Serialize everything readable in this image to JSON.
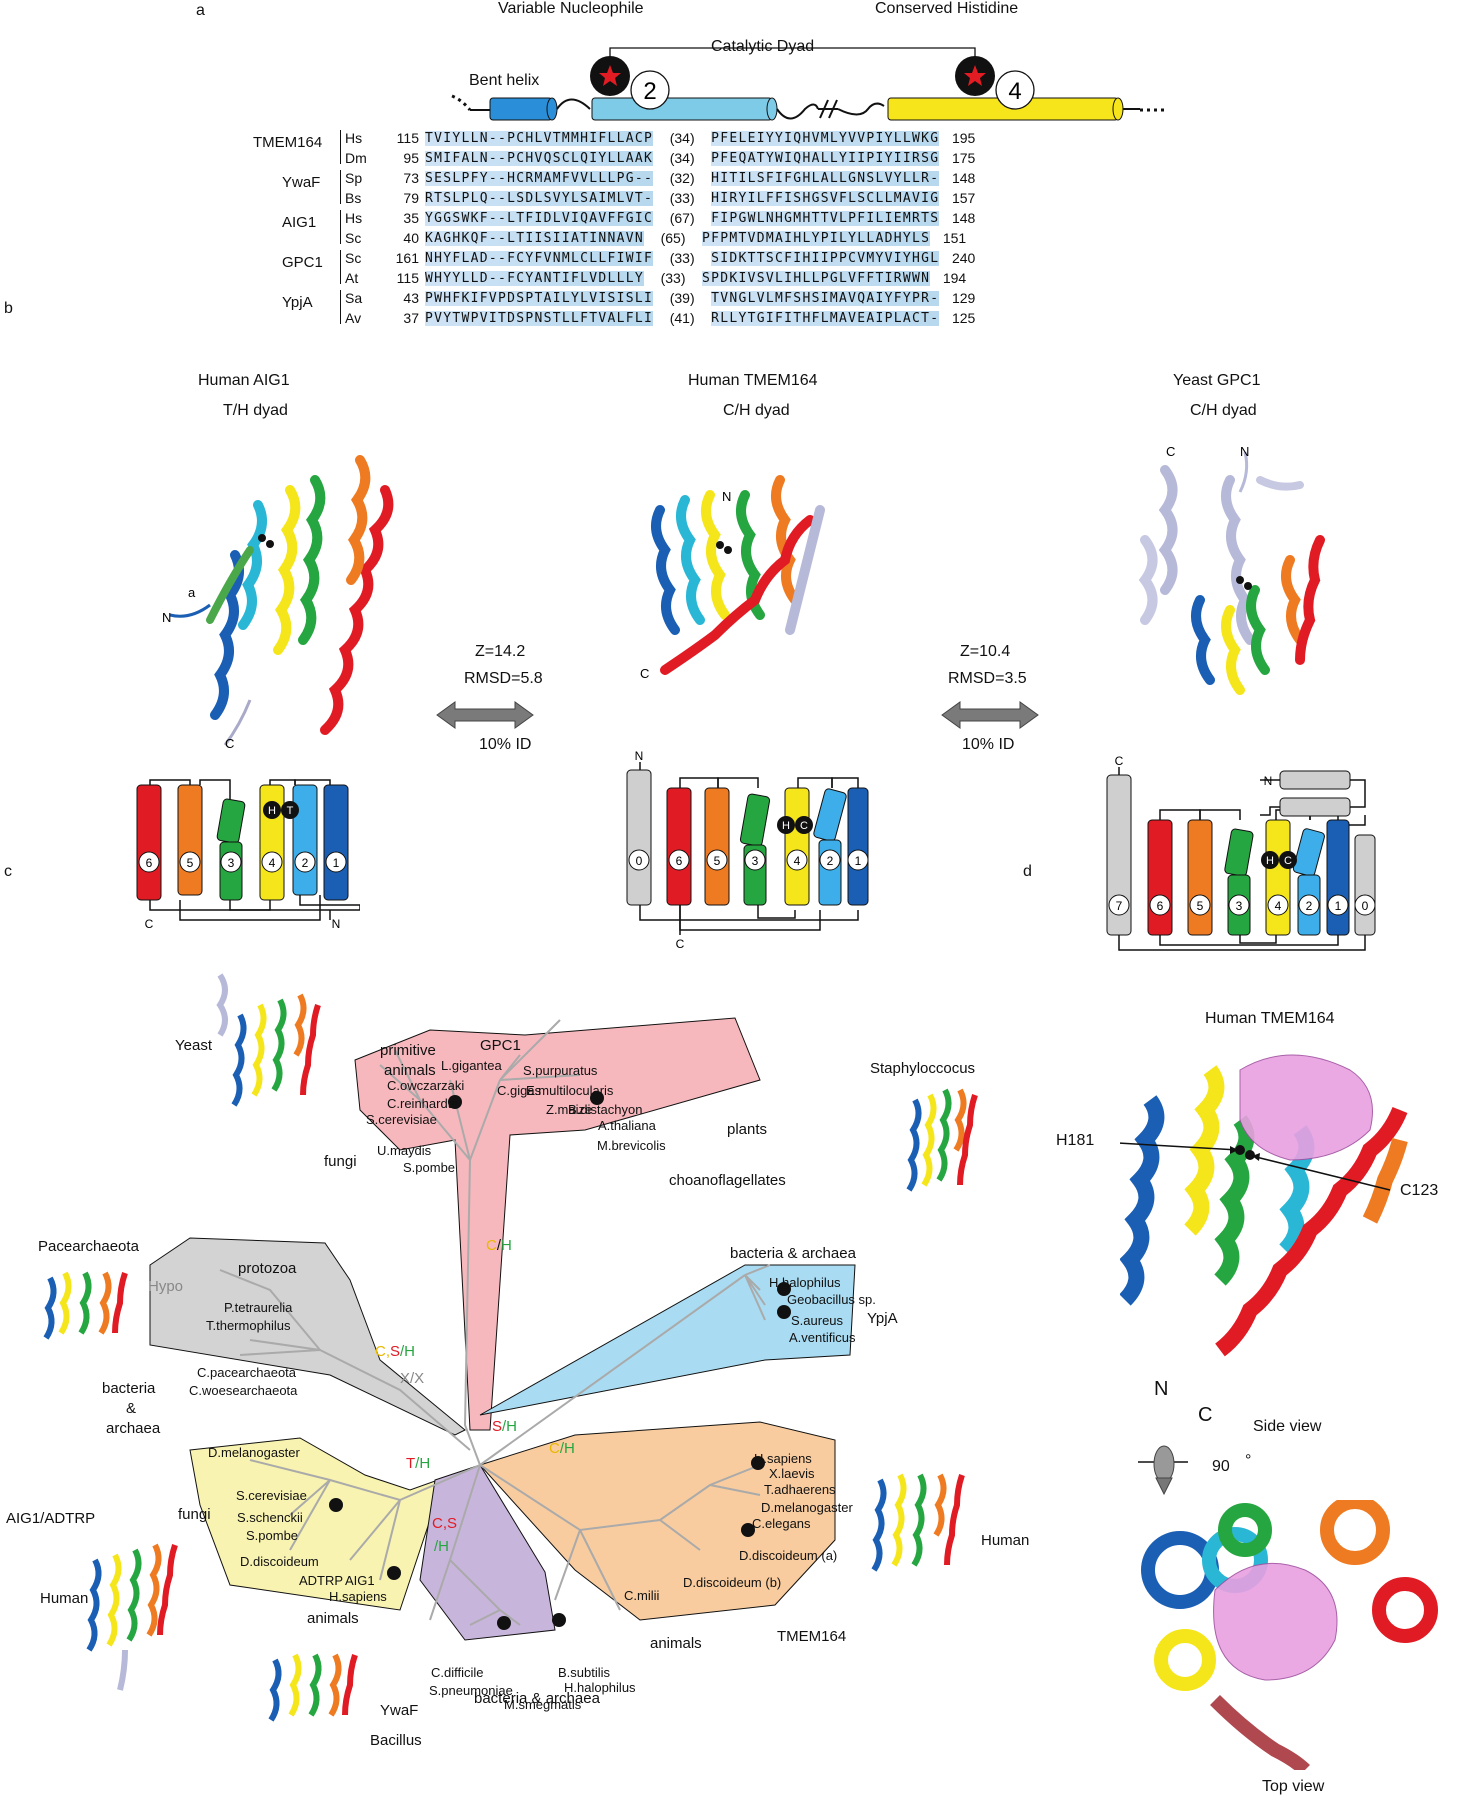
{
  "panels": {
    "a": "a",
    "b": "b",
    "c": "c",
    "d": "d"
  },
  "panel_a": {
    "top_left": "Variable Nucleophile",
    "top_right": "Conserved Histidine",
    "dyad": "Catalytic Dyad",
    "bent_helix": "Bent helix",
    "helix2": "2",
    "helix4": "4",
    "families": [
      {
        "name": "TMEM164",
        "rows": [
          {
            "sp": "Hs",
            "start": "115",
            "seg1": "TVIYLLN--PCHLVTMMHIFLLACP",
            "gap": "(34)",
            "seg2": "PFELEIYYIQHVMLYVVPIYLLWKG",
            "end": "195"
          },
          {
            "sp": "Dm",
            "start": "95",
            "seg1": "SMIFALN--PCHVQSCLQIYLLAAK",
            "gap": "(34)",
            "seg2": "PFEQATYWIQHALLYIIPIYIIRSG",
            "end": "175"
          }
        ]
      },
      {
        "name": "YwaF",
        "rows": [
          {
            "sp": "Sp",
            "start": "73",
            "seg1": "SESLPFY--HCRMAMFVVLLLPG--",
            "gap": "(32)",
            "seg2": "HITILSFIFGHLALLGNSLVYLLR-",
            "end": "148"
          },
          {
            "sp": "Bs",
            "start": "79",
            "seg1": "RTSLPLQ--LSDLSVYLSAIMLVT-",
            "gap": "(33)",
            "seg2": "HIRYILFFISHGSVFLSCLLMAVIG",
            "end": "157"
          }
        ]
      },
      {
        "name": "AIG1",
        "rows": [
          {
            "sp": "Hs",
            "start": "35",
            "seg1": "YGGSWKF--LTFIDLVIQAVFFGIC",
            "gap": "(67)",
            "seg2": "FIPGWLNHGMHTTVLPFILIEMRTS",
            "end": "148"
          },
          {
            "sp": "Sc",
            "start": "40",
            "seg1": "KAGHKQF--LTIISIIATINNAVN",
            "gap": "(65)",
            "seg2": "PFPMTVDMAIHLYPILYLLADHYLS",
            "end": "151"
          }
        ]
      },
      {
        "name": "GPC1",
        "rows": [
          {
            "sp": "Sc",
            "start": "161",
            "seg1": "NHYFLAD--FCYFVNMLCLLFIWIF",
            "gap": "(33)",
            "seg2": "SIDKTTSCFIHIIPPCVMYVIYHGL",
            "end": "240"
          },
          {
            "sp": "At",
            "start": "115",
            "seg1": "WHYYLLD--FCYANTIFLVDLLLY",
            "gap": "(33)",
            "seg2": "SPDKIVSVLIHLLPGLVFFTIRWWN",
            "end": "194"
          }
        ]
      },
      {
        "name": "YpjA",
        "rows": [
          {
            "sp": "Sa",
            "start": "43",
            "seg1": "PWHFKIFVPDSPTAILYLVISISLI",
            "gap": "(39)",
            "seg2": "TVNGLVLMFSHSIMAVQAIYFYPR-",
            "end": "129"
          },
          {
            "sp": "Av",
            "start": "37",
            "seg1": "PVYTWPVITDSPNSTLLFTVALFLI",
            "gap": "(41)",
            "seg2": "RLLYTGIFITHFLMAVEAIPLACT-",
            "end": "125"
          }
        ]
      }
    ]
  },
  "panel_b": {
    "left": {
      "title": "Human AIG1",
      "dyad": "T/H dyad",
      "labels": {
        "n": "N",
        "c": "C",
        "a": "a"
      },
      "dyad_letters": [
        "H",
        "T"
      ],
      "helices": [
        "6",
        "5",
        "3",
        "4",
        "2",
        "1"
      ],
      "term_bottom_left": "C",
      "term_bottom_right": "N"
    },
    "middle": {
      "title": "Human TMEM164",
      "dyad": "C/H dyad",
      "labels": {
        "n": "N",
        "c": "C"
      },
      "dyad_letters": [
        "H",
        "C"
      ],
      "helices": [
        "0",
        "6",
        "5",
        "3",
        "4",
        "2",
        "1"
      ],
      "term_top": "N",
      "term_bottom": "C"
    },
    "right": {
      "title": "Yeast GPC1",
      "dyad": "C/H dyad",
      "labels": {
        "n": "N",
        "c": "C"
      },
      "dyad_letters": [
        "H",
        "C"
      ],
      "helices": [
        "7",
        "6",
        "5",
        "3",
        "4",
        "2",
        "1",
        "0"
      ],
      "term_top": "C",
      "term_n": "N"
    },
    "cmp_left": {
      "z": "Z=14.2",
      "rmsd": "RMSD=5.8",
      "id": "10% ID"
    },
    "cmp_right": {
      "z": "Z=10.4",
      "rmsd": "RMSD=3.5",
      "id": "10% ID"
    }
  },
  "panel_c": {
    "groups": {
      "gpc1": {
        "title": "GPC1",
        "labels": [
          "primitive",
          "animals",
          "fungi",
          "plants",
          "choanoflagellates"
        ],
        "species": [
          "L.gigantea",
          "S.purpuratus",
          "C.gigas",
          "E.multilocularis",
          "C.owczarzaki",
          "C.reinhardtii",
          "S.cerevisiae",
          "U.maydis",
          "S.pombe",
          "Z.maize",
          "B.distachyon",
          "A.thaliana",
          "M.brevicolis"
        ],
        "dyad_a": "C",
        "dyad_sep": "/",
        "dyad_b": "H"
      },
      "ypja": {
        "title": "YpjA",
        "labels": [
          "bacteria & archaea"
        ],
        "species": [
          "H.halophilus",
          "Geobacillus sp.",
          "S.aureus",
          "A.ventificus"
        ]
      },
      "hypo": {
        "title": "Hypo",
        "labels": [
          "protozoa",
          "bacteria",
          "&",
          "archaea"
        ],
        "species": [
          "P.tetraurelia",
          "T.thermophilus",
          "C.pacearchaeota",
          "C.woesearchaeota"
        ],
        "dyad_a": "C,",
        "dyad_b": "S",
        "dyad_c": "/H",
        "dyad_xx": "X/X"
      },
      "aig1": {
        "labels": [
          "fungi",
          "animals"
        ],
        "species": [
          "D.melanogaster",
          "S.cerevisiae",
          "S.schenckii",
          "S.pombe",
          "D.discoideum",
          "ADTRP",
          "AIG1",
          "H.sapiens"
        ],
        "dyad_t": "T",
        "dyad_h": "/H",
        "dyad_cs": "C,S",
        "dyad_h2": "/H"
      },
      "ywaf": {
        "labels": [
          "bacteria & archaea"
        ],
        "species": [
          "C.difficile",
          "S.pneumoniae",
          "B.subtilis",
          "H.halophilus",
          "M.smegmatis"
        ]
      },
      "tmem": {
        "title": "TMEM164",
        "labels": [
          "animals"
        ],
        "species": [
          "H.sapiens",
          "X.laevis",
          "T.adhaerens",
          "D.melanogaster",
          "C.elegans",
          "D.discoideum (a)",
          "D.discoideum (b)",
          "C.milii"
        ],
        "dyad_a": "C",
        "dyad_b": "/H"
      }
    },
    "root_dyad_s": "S",
    "root_dyad_h": "/H",
    "structures": {
      "yeast": "Yeast",
      "staph": "Staphyloccocus",
      "pace": "Pacearchaeota",
      "aig": "AIG1/ADTRP",
      "human1": "Human",
      "human2": "Human",
      "ywaf": "YwaF",
      "bacillus": "Bacillus"
    }
  },
  "panel_d": {
    "title": "Human TMEM164",
    "h181": "H181",
    "c123": "C123",
    "n": "N",
    "c": "C",
    "side": "Side view",
    "rot": "90",
    "deg": "°",
    "top": "Top view"
  },
  "colors": {
    "blue": "#1a5fb4",
    "cyan": "#3daee9",
    "green": "#26a641",
    "yellow": "#f5e61b",
    "orange": "#ee7b22",
    "red": "#e01b24",
    "grey": "#cfcfcf",
    "pink": "#f6b8bd",
    "lightblue": "#a9dcf2",
    "lightyellow": "#f8f3b0",
    "purple": "#c8b5dc",
    "peach": "#f8cc9f",
    "greyhull": "#cfcfcf"
  }
}
